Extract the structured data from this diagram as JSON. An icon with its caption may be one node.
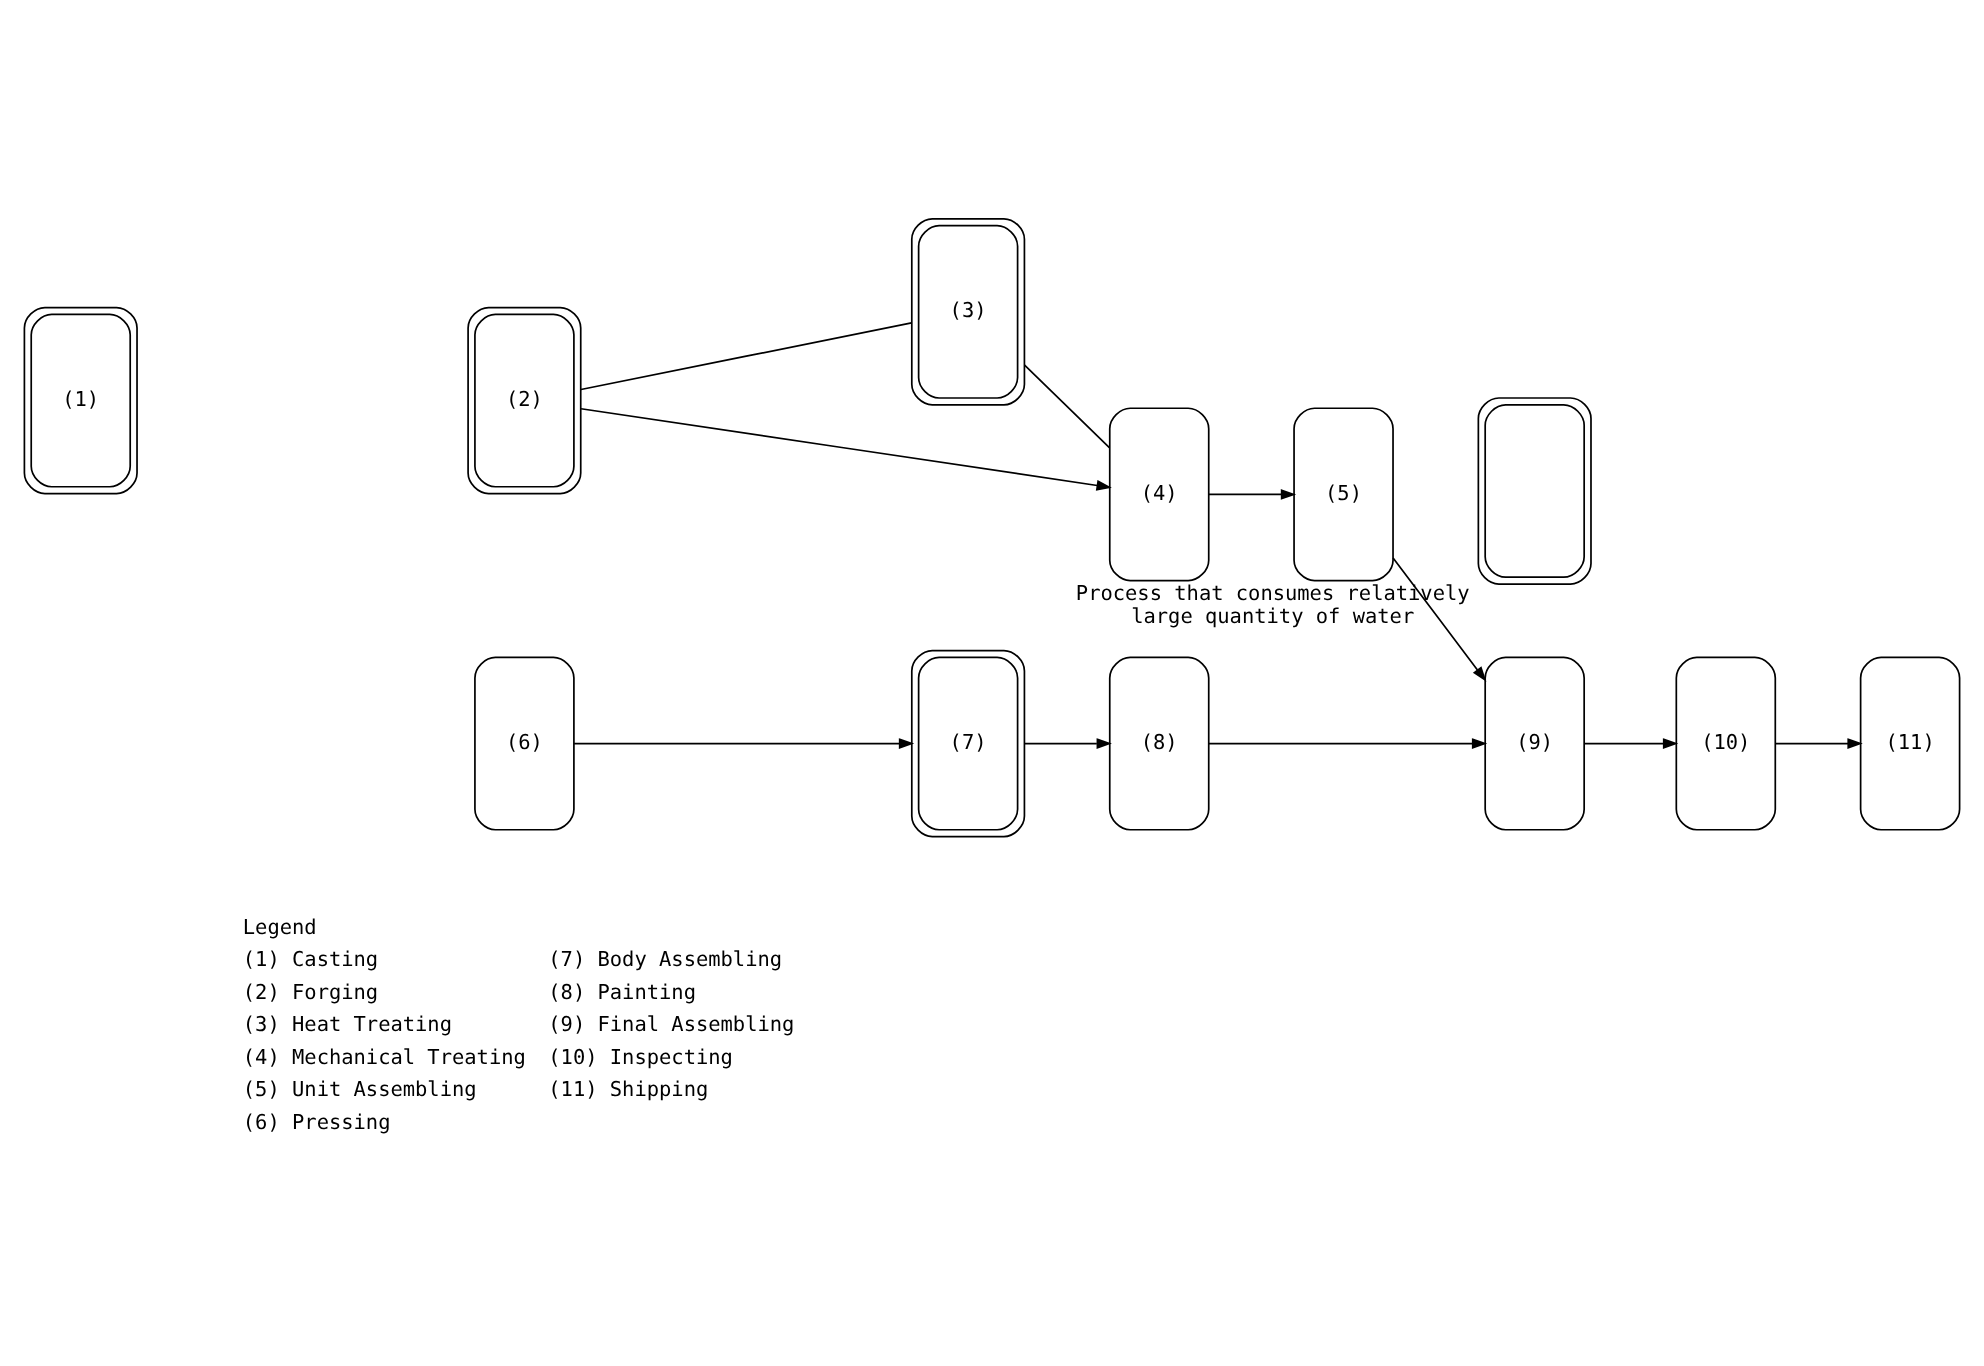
{
  "diagram": {
    "nodes": [
      {
        "text": [
          "(1)"
        ]
      },
      {
        "text": [
          "(2)"
        ]
      },
      {
        "text": [
          "(3)"
        ]
      },
      {
        "text": [
          "(4)"
        ]
      },
      {
        "text": [
          "(5)"
        ]
      },
      {
        "text": [
          "(6)"
        ]
      },
      {
        "text": [
          "(7)"
        ]
      },
      {
        "text": [
          "(8)"
        ]
      },
      {
        "text": [
          "(9)"
        ]
      },
      {
        "text": [
          "(10)"
        ]
      },
      {
        "text": [
          "(11)"
        ]
      },
      {
        "text": [],
        "shape": "box",
        "beside": [
          "Process that consumes relatively large quantity of water"
        ]
      }
    ],
    "edges": [
      {
        "from": 1,
        "to": 3,
        "arrow": "to"
      },
      {
        "from": 1,
        "to": 2,
        "arrow": "none"
      },
      {
        "from": 2,
        "to": 3,
        "arrow": "none"
      },
      {
        "from": 3,
        "to": 4,
        "arrow": "to"
      },
      {
        "from": 4,
        "to": 8,
        "arrow": "to"
      },
      {
        "from": 5,
        "to": 6,
        "arrow": "to"
      },
      {
        "from": 6,
        "to": 7,
        "arrow": "to"
      },
      {
        "from": 7,
        "to": 8,
        "arrow": "to"
      },
      {
        "from": 8,
        "to": 9,
        "arrow": "to"
      },
      {
        "from": 9,
        "to": 10,
        "arrow": "to"
      }
    ],
    "labels": [
      "Legend",
      "(1) Casting",
      "(7) Body Assembling",
      "(2) Forging",
      "(8) Painting",
      "(3) Heat Treating",
      "(9) Final Assembling",
      "(4) Mechanical Treating",
      "(10) Inspecting",
      "(5) Unit Assembling",
      "(11) Shipping",
      "(6) Pressing"
    ]
  }
}
